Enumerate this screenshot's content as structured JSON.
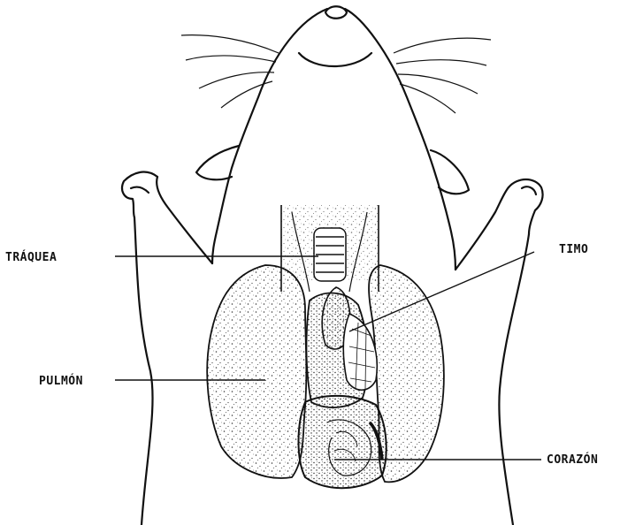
{
  "labels": {
    "trachea": "TRÁQUEA",
    "thymus": "TIMO",
    "lung": "PULMÓN",
    "heart": "CORAZÓN"
  },
  "colors": {
    "ink": "#111111",
    "paper": "#ffffff",
    "stipple": "#3a3a3a"
  }
}
